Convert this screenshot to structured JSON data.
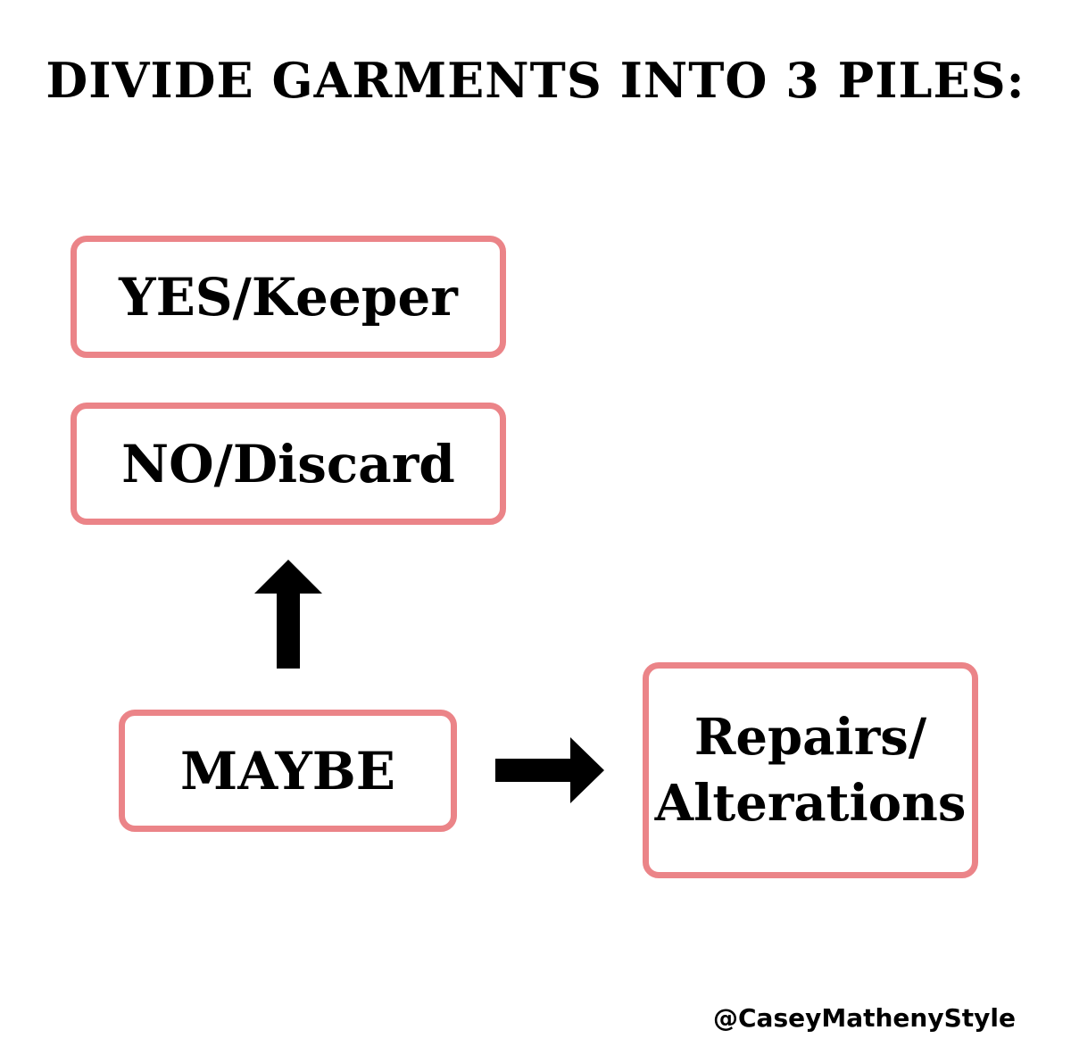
{
  "title": "DIVIDE GARMENTS INTO 3 PILES:",
  "boxes": {
    "yes": "YES/Keeper",
    "no": "NO/Discard",
    "maybe": "MAYBE",
    "repairs_line1": "Repairs/",
    "repairs_line2": "Alterations"
  },
  "handle": "@CaseyMathenyStyle",
  "colors": {
    "box_border": "#eb8488",
    "arrow": "#000000",
    "text": "#000000",
    "background": "#ffffff"
  }
}
